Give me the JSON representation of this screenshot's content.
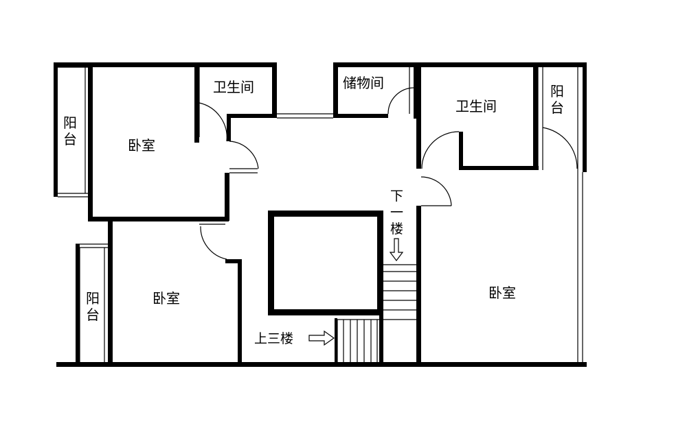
{
  "rooms": {
    "bedroom_nw": "卧室",
    "bedroom_sw": "卧室",
    "bedroom_e": "卧室",
    "bathroom_n": "卫生间",
    "bathroom_ne": "卫生间",
    "storage": "储物间",
    "balcony_w1": [
      "阳",
      "台"
    ],
    "balcony_w2": [
      "阳",
      "台"
    ],
    "balcony_e": [
      "阳",
      "台"
    ]
  },
  "stairs": {
    "down_label": [
      "下",
      "一",
      "楼"
    ],
    "up_label": "上三楼"
  }
}
